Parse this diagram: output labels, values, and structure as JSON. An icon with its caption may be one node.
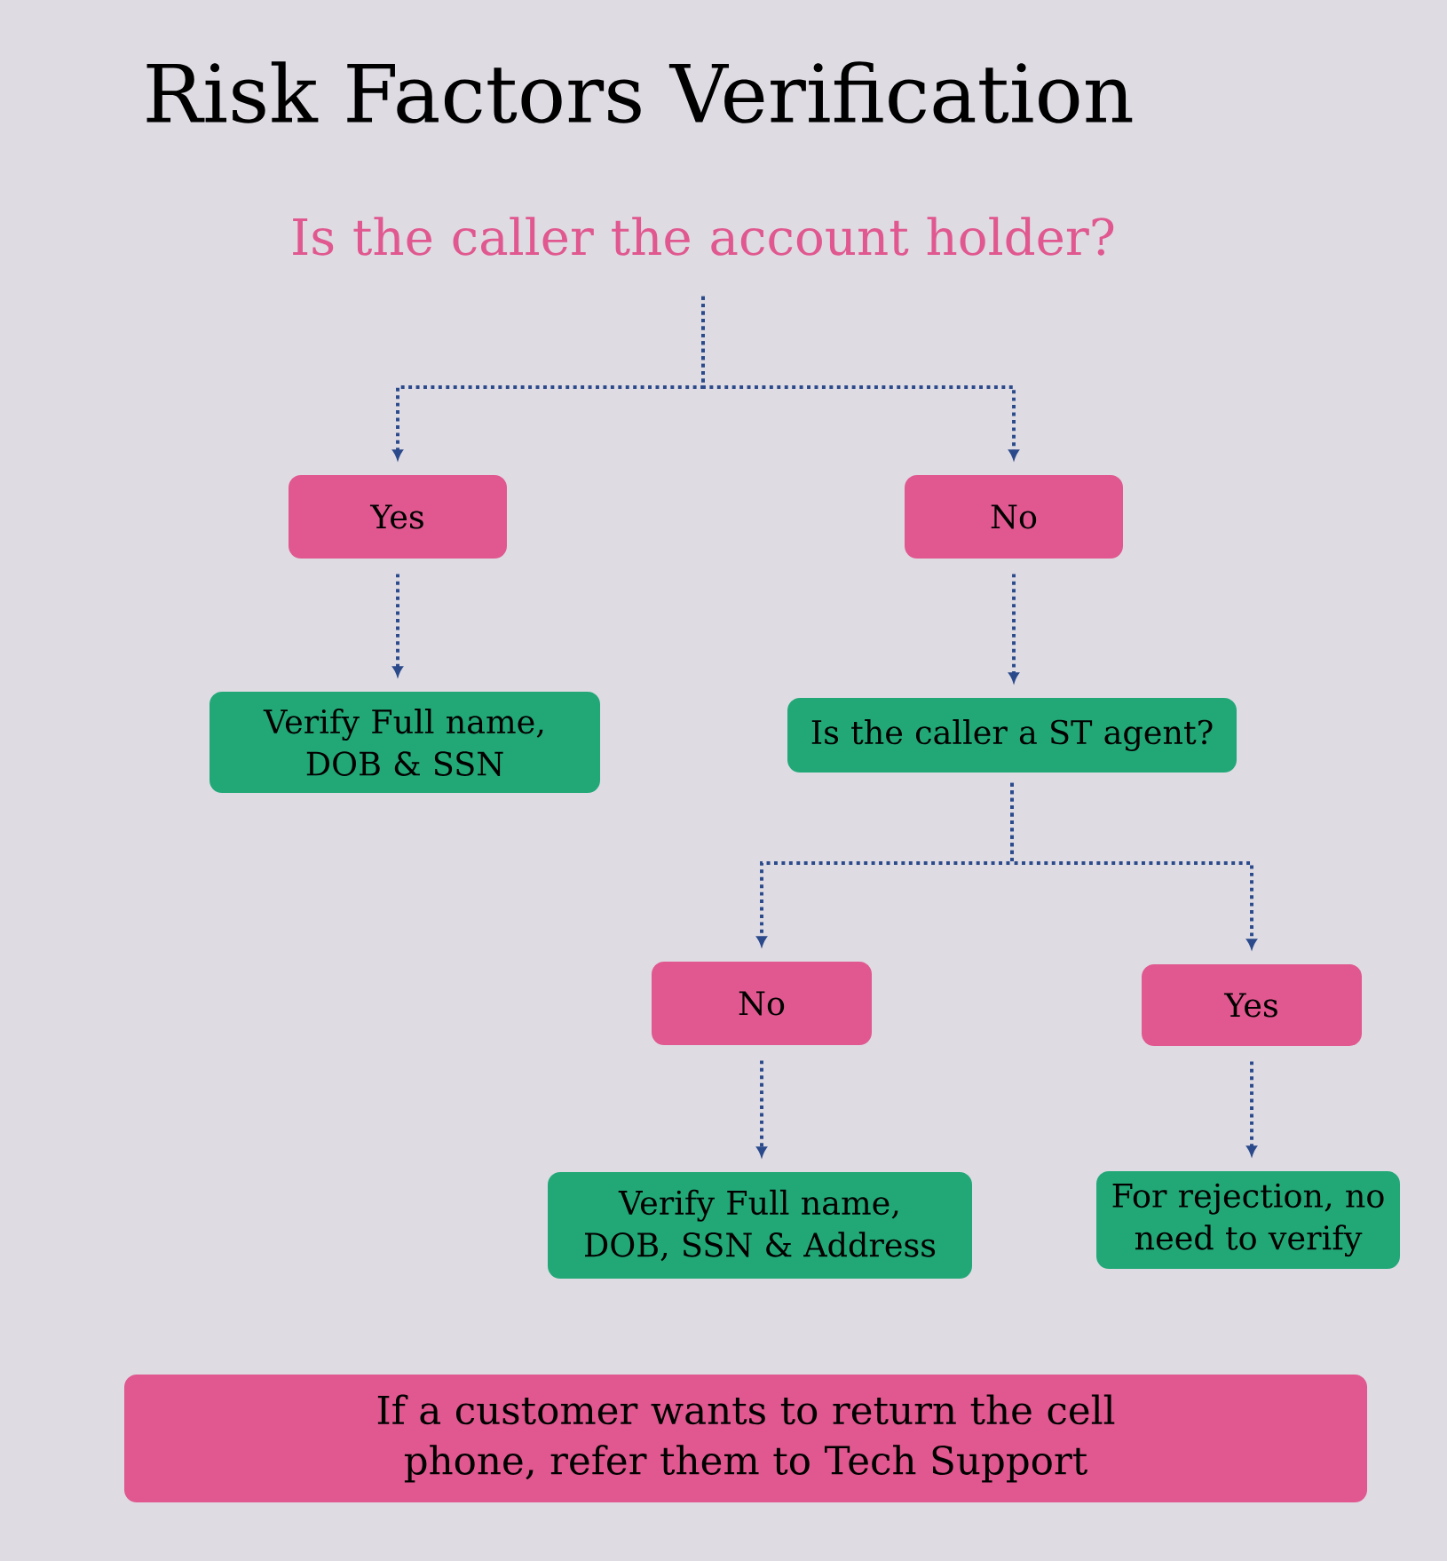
{
  "diagram": {
    "title": "Risk Factors Verification",
    "nodes": [
      {
        "text": [
          "Is the caller the account holder?"
        ]
      },
      {
        "text": [
          "Yes"
        ]
      },
      {
        "text": [
          "No"
        ]
      },
      {
        "text": [
          "Verify Full name, DOB & SSN"
        ]
      },
      {
        "text": [
          "Is the caller a ST agent?"
        ]
      },
      {
        "text": [
          "No"
        ]
      },
      {
        "text": [
          "Yes"
        ]
      },
      {
        "text": [
          "Verify Full name, DOB, SSN & Address"
        ]
      },
      {
        "text": [
          "For rejection, no need to verify"
        ]
      },
      {
        "text": [
          "If a customer wants to return the cell phone, refer them to Tech Support"
        ]
      }
    ],
    "edges": [
      {
        "from": 0,
        "to": 1,
        "arrow": "to"
      },
      {
        "from": 0,
        "to": 2,
        "arrow": "to"
      },
      {
        "from": 1,
        "to": 3,
        "arrow": "to"
      },
      {
        "from": 2,
        "to": 4,
        "arrow": "to"
      },
      {
        "from": 4,
        "to": 5,
        "arrow": "to"
      },
      {
        "from": 4,
        "to": 6,
        "arrow": "to"
      },
      {
        "from": 5,
        "to": 7,
        "arrow": "to"
      },
      {
        "from": 6,
        "to": 8,
        "arrow": "to"
      }
    ]
  }
}
